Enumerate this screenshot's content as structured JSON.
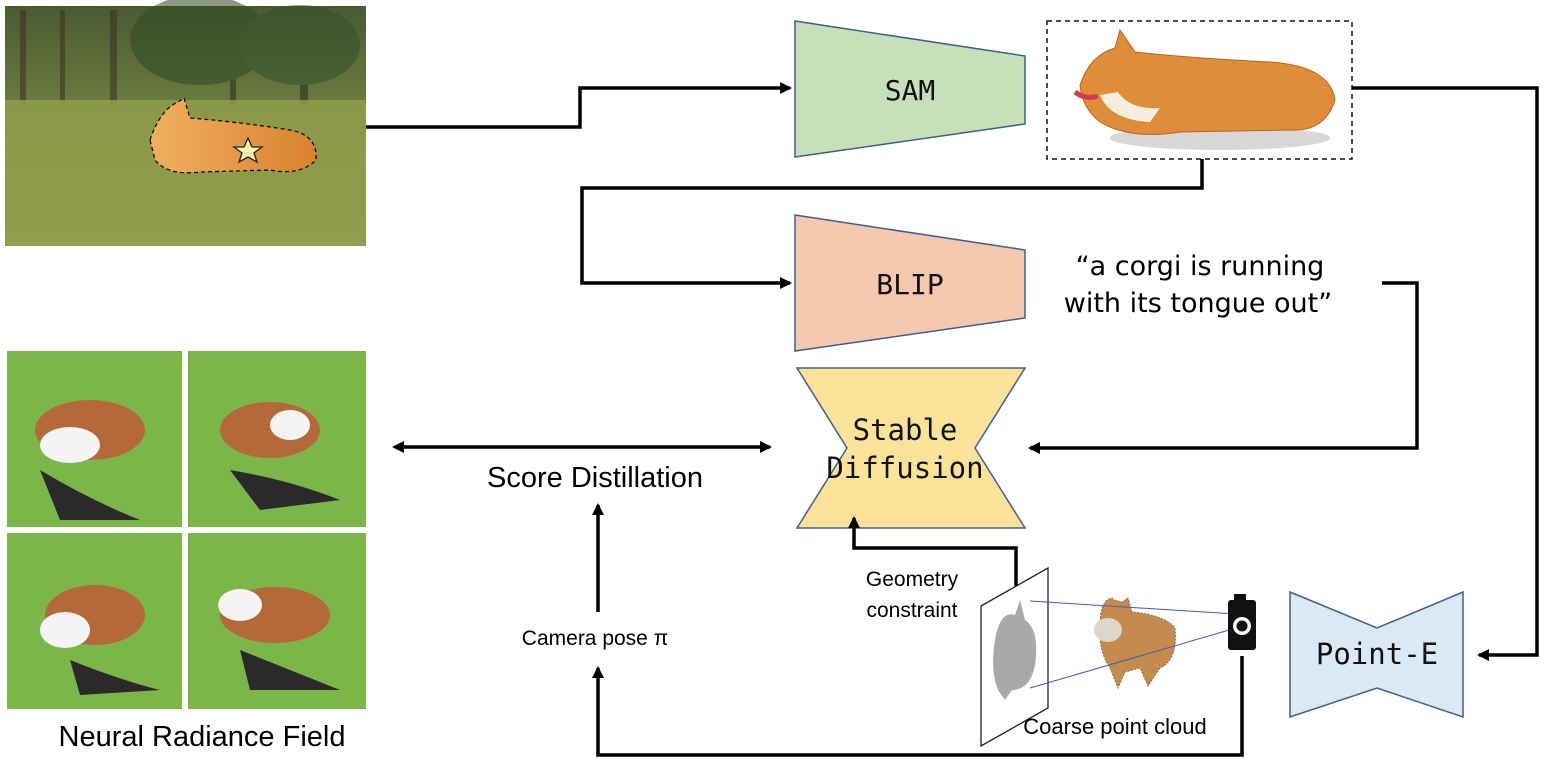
{
  "modules": {
    "sam": "SAM",
    "blip": "BLIP",
    "stable_diffusion_line1": "Stable",
    "stable_diffusion_line2": "Diffusion",
    "point_e": "Point-E"
  },
  "caption": {
    "line1": "“a corgi is running",
    "line2": "with its tongue out”"
  },
  "labels": {
    "score_distillation": "Score Distillation",
    "camera_pose": "Camera pose π",
    "geometry_line1": "Geometry",
    "geometry_line2": "constraint",
    "coarse_point_cloud": "Coarse point cloud",
    "neural_radiance_field": "Neural Radiance Field"
  },
  "colors": {
    "sam_fill": "#c6e1b9",
    "blip_fill": "#f5c9af",
    "sd_fill": "#fde39a",
    "pointe_fill": "#dbe8f6",
    "module_stroke": "#3e5f8a",
    "nerf_bg": "#7cb648",
    "grass": "#8fa04e",
    "corgi": "#e2923a"
  },
  "icons": [
    "star-icon",
    "camera-icon",
    "corgi-photo",
    "segmented-corgi",
    "point-cloud-corgi",
    "depth-plane"
  ]
}
